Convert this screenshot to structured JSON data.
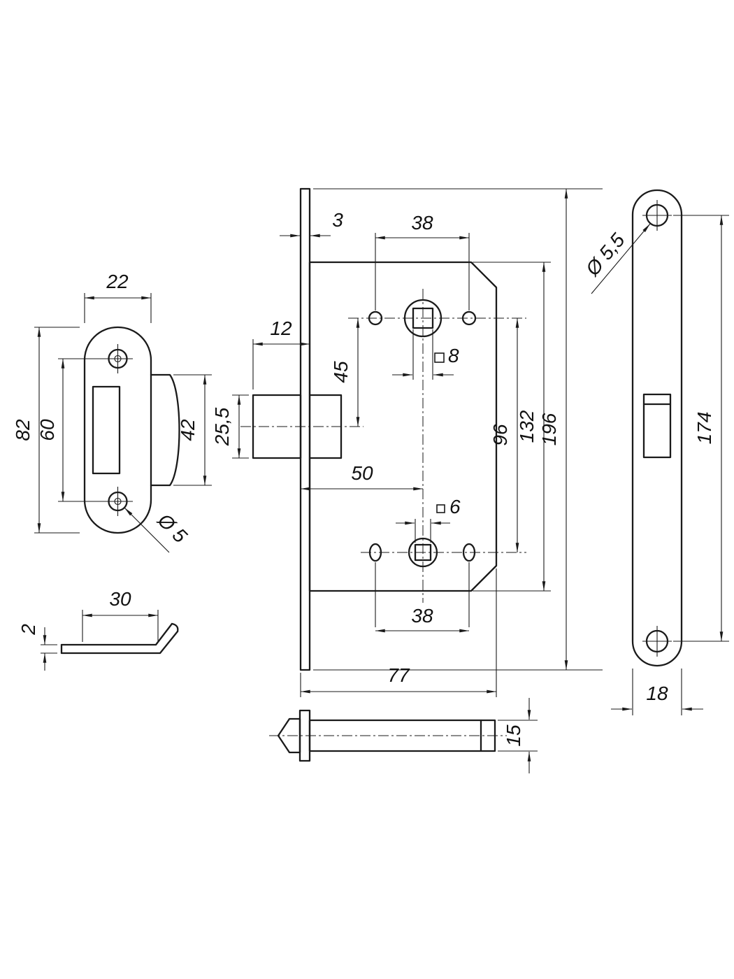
{
  "meta": {
    "title": "Mortise latch technical drawing",
    "colors": {
      "line": "#1a1a1a",
      "background": "#ffffff"
    }
  },
  "drawing": {
    "views": {
      "strike_plate": {
        "name": "strike-plate-front-view",
        "dim_width": "22",
        "dim_height": "82",
        "dim_screw_spacing": "60",
        "dim_tab_height": "42",
        "dim_hole_diameter": "Ø 5"
      },
      "mounting_bracket": {
        "name": "bracket-side-view",
        "dim_length": "30",
        "dim_thickness": "2"
      },
      "lock_body": {
        "name": "lock-body-side-view",
        "dim_faceplate_thickness": "3",
        "dim_top_hole_spacing": "38",
        "dim_latch_protrusion": "12",
        "dim_spindle_to_latch": "45",
        "dim_top_square": "8",
        "dim_latch_height": "25,5",
        "dim_backset": "50",
        "dim_bottom_square": "6",
        "dim_spindle_spacing": "96",
        "dim_body_height": "132",
        "dim_total_height": "196",
        "dim_bottom_hole_spacing": "38",
        "dim_body_depth": "77"
      },
      "faceplate": {
        "name": "faceplate-front-view",
        "dim_hole_diameter": "Ø 5,5",
        "dim_screw_spacing": "174",
        "dim_width": "18"
      },
      "latch_bolt": {
        "name": "latch-bolt-side-view",
        "dim_height": "15"
      }
    }
  }
}
